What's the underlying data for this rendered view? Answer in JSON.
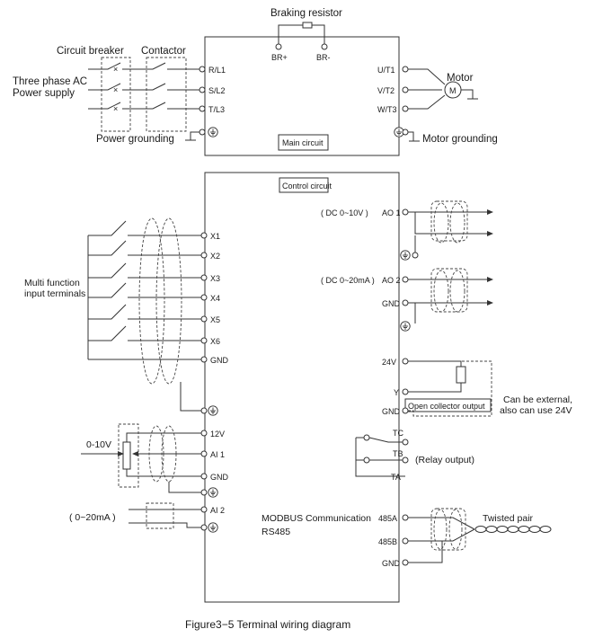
{
  "main_circuit": {
    "braking_resistor": "Braking resistor",
    "br_plus": "BR+",
    "br_minus": "BR-",
    "circuit_breaker": "Circuit breaker",
    "contactor": "Contactor",
    "power_supply_line1": "Three phase AC",
    "power_supply_line2": "Power supply",
    "input_terminals": [
      "R/L1",
      "S/L2",
      "T/L3"
    ],
    "output_terminals": [
      "U/T1",
      "V/T2",
      "W/T3"
    ],
    "motor": "Motor",
    "motor_symbol": "M",
    "power_grounding": "Power grounding",
    "motor_grounding": "Motor grounding",
    "main_circuit_label": "Main circuit"
  },
  "control_circuit": {
    "label": "Control circuit",
    "multi_function_line1": "Multi function",
    "multi_function_line2": "input terminals",
    "digital_inputs": [
      "X1",
      "X2",
      "X3",
      "X4",
      "X5",
      "X6",
      "GND"
    ],
    "v12": "12V",
    "ai1": "AI 1",
    "gnd": "GND",
    "ai2": "AI 2",
    "pot_range": "0-10V",
    "ai2_range": "( 0~20mA )",
    "ao1_range": "( DC 0~10V )",
    "ao1": "AO 1",
    "ao2_range": "( DC 0~20mA )",
    "ao2": "AO 2",
    "v24": "24V",
    "y": "Y",
    "open_collector": "Open collector output",
    "external_line1": "Can be external,",
    "external_line2": "also can use 24V",
    "tc": "TC",
    "tb": "TB",
    "ta": "TA",
    "relay_output": "(Relay output)",
    "modbus_line1": "MODBUS Communication",
    "modbus_line2": "RS485",
    "rs485a": "485A",
    "rs485b": "485B",
    "twisted_pair": "Twisted pair"
  },
  "caption": "Figure3−5 Terminal wiring diagram"
}
